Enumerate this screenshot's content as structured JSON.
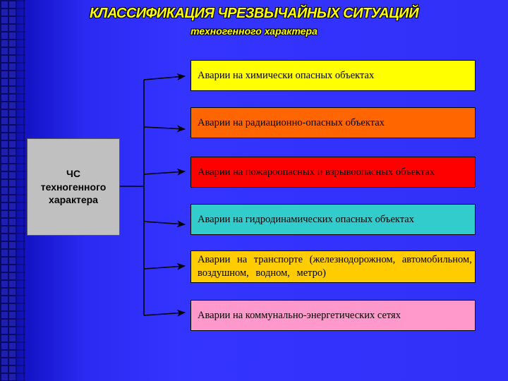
{
  "title": "КЛАССИФИКАЦИЯ ЧРЕЗВЫЧАЙНЫХ СИТУАЦИЙ",
  "subtitle": "техногенного характера",
  "root_node": {
    "label": "ЧС\nтехногенного\nхарактера",
    "color": "#c0c0c0"
  },
  "categories": [
    {
      "label": "Аварии на химически опасных объектах",
      "color": "#ffff00"
    },
    {
      "label": "Аварии на радиационно-опасных объектах",
      "color": "#ff6600"
    },
    {
      "label": "Аварии на пожароопасных и взрывоопасных объектах",
      "color": "#ff0000"
    },
    {
      "label": "Аварии на гидродинамических опасных объектах",
      "color": "#33cccc"
    },
    {
      "label": "Аварии на транспорте (железнодорожном, автомобильном, воздушном, водном, метро)",
      "color": "#ffcc00"
    },
    {
      "label": "Аварии на коммунально-энергетических сетях",
      "color": "#ff99cc"
    }
  ]
}
